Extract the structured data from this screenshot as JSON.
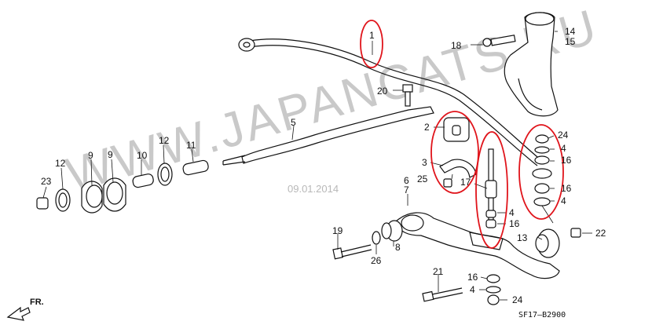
{
  "watermark": "WWW.JAPANCATS.RU",
  "date_stamp": "09.01.2014",
  "diagram_code": "SF17–B2900",
  "direction_label": "FR.",
  "labels": {
    "l1": "1",
    "l2": "2",
    "l3": "3",
    "l4a": "4",
    "l4b": "4",
    "l4c": "4",
    "l4d": "4",
    "l5": "5",
    "l6": "6",
    "l7": "7",
    "l8": "8",
    "l9a": "9",
    "l9b": "9",
    "l10": "10",
    "l11": "11",
    "l12a": "12",
    "l12b": "12",
    "l13": "13",
    "l14": "14",
    "l15": "15",
    "l16a": "16",
    "l16b": "16",
    "l16c": "16",
    "l16d": "16",
    "l17": "17",
    "l18": "18",
    "l19": "19",
    "l20": "20",
    "l21": "21",
    "l22": "22",
    "l23": "23",
    "l24a": "24",
    "l24b": "24",
    "l25": "25",
    "l26": "26"
  },
  "colors": {
    "highlight": "#e0141b",
    "ink": "#111111",
    "watermark": "#c9c9c9"
  }
}
